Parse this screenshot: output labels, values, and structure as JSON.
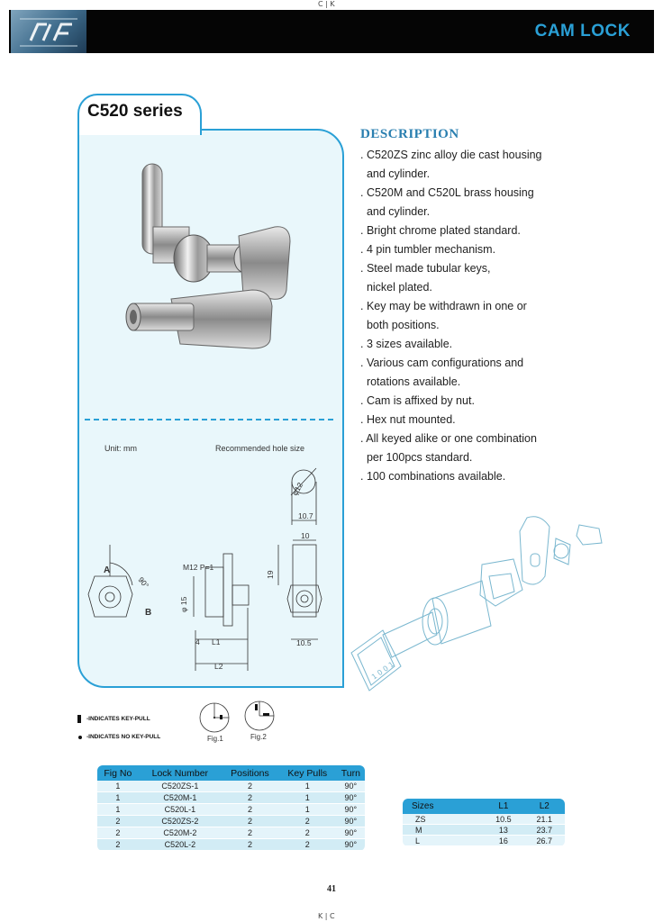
{
  "registration": {
    "top": "C | K",
    "bottom": "K | C"
  },
  "header": {
    "title": "CAM LOCK"
  },
  "series": {
    "title": "C520 series"
  },
  "panel": {
    "unit_label": "Unit: mm",
    "hole_label": "Recommended hole size",
    "dims": {
      "dia12": "φ12",
      "w107": "10.7",
      "w10": "10",
      "h19": "19",
      "w105": "10.5",
      "thread": "M12 P=1",
      "dia15": "φ 15",
      "d4": "4",
      "L1": "L1",
      "L2": "L2",
      "A": "A",
      "B": "B",
      "angle": "90°"
    }
  },
  "description": {
    "title": "DESCRIPTION",
    "items": [
      ". C520ZS zinc alloy die cast housing",
      "  and cylinder.",
      ". C520M and C520L brass housing",
      "  and cylinder.",
      ". Bright chrome plated standard.",
      ". 4 pin tumbler mechanism.",
      ". Steel made tubular keys,",
      "  nickel plated.",
      ". Key may be withdrawn in one or",
      "  both positions.",
      ". 3 sizes available.",
      ". Various cam configurations and",
      "  rotations available.",
      ". Cam is affixed by nut.",
      ". Hex nut mounted.",
      ". All keyed alike or one combination",
      "  per 100pcs standard.",
      ". 100 combinations available."
    ]
  },
  "legend": {
    "key_pull": "-INDICATES KEY-PULL",
    "no_key_pull": "-INDICATES NO KEY-PULL",
    "fig1": "Fig.1",
    "fig2": "Fig.2"
  },
  "main_table": {
    "headers": [
      "Fig No",
      "Lock Number",
      "Positions",
      "Key Pulls",
      "Turn"
    ],
    "rows": [
      [
        "1",
        "C520ZS-1",
        "2",
        "1",
        "90°"
      ],
      [
        "1",
        "C520M-1",
        "2",
        "1",
        "90°"
      ],
      [
        "1",
        "C520L-1",
        "2",
        "1",
        "90°"
      ],
      [
        "2",
        "C520ZS-2",
        "2",
        "2",
        "90°"
      ],
      [
        "2",
        "C520M-2",
        "2",
        "2",
        "90°"
      ],
      [
        "2",
        "C520L-2",
        "2",
        "2",
        "90°"
      ]
    ]
  },
  "size_table": {
    "headers": [
      "Sizes",
      "L1",
      "L2"
    ],
    "rows": [
      [
        "ZS",
        "10.5",
        "21.1"
      ],
      [
        "M",
        "13",
        "23.7"
      ],
      [
        "L",
        "16",
        "26.7"
      ]
    ]
  },
  "page_number": "41",
  "colors": {
    "accent": "#2aa0d6",
    "panel_bg": "#e9f7fb",
    "header_bg": "#050505",
    "desc_title": "#2a7fb0"
  }
}
